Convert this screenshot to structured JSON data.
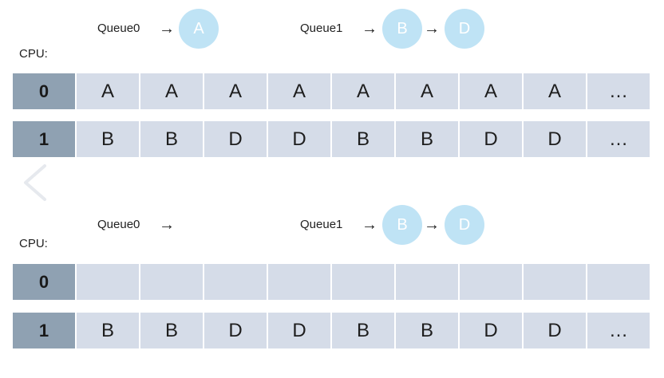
{
  "top": {
    "cpu_label": "CPU:",
    "queue0": {
      "label": "Queue0",
      "items": [
        "A"
      ]
    },
    "queue1": {
      "label": "Queue1",
      "items": [
        "B",
        "D"
      ]
    },
    "rows": [
      {
        "cpu": "0",
        "cells": [
          "A",
          "A",
          "A",
          "A",
          "A",
          "A",
          "A",
          "A",
          "…"
        ]
      },
      {
        "cpu": "1",
        "cells": [
          "B",
          "B",
          "D",
          "D",
          "B",
          "B",
          "D",
          "D",
          "…"
        ]
      }
    ]
  },
  "bottom": {
    "cpu_label": "CPU:",
    "queue0": {
      "label": "Queue0",
      "items": []
    },
    "queue1": {
      "label": "Queue1",
      "items": [
        "B",
        "D"
      ]
    },
    "rows": [
      {
        "cpu": "0",
        "cells": [
          "",
          "",
          "",
          "",
          "",
          "",
          "",
          "",
          ""
        ]
      },
      {
        "cpu": "1",
        "cells": [
          "B",
          "B",
          "D",
          "D",
          "B",
          "B",
          "D",
          "D",
          "…"
        ]
      }
    ]
  },
  "icons": {
    "arrow": "right-arrow-icon",
    "back": "chevron-left-icon"
  },
  "colors": {
    "node": "#bfe3f5",
    "cell": "#d5dce8",
    "head_cell": "#8fa1b2"
  }
}
